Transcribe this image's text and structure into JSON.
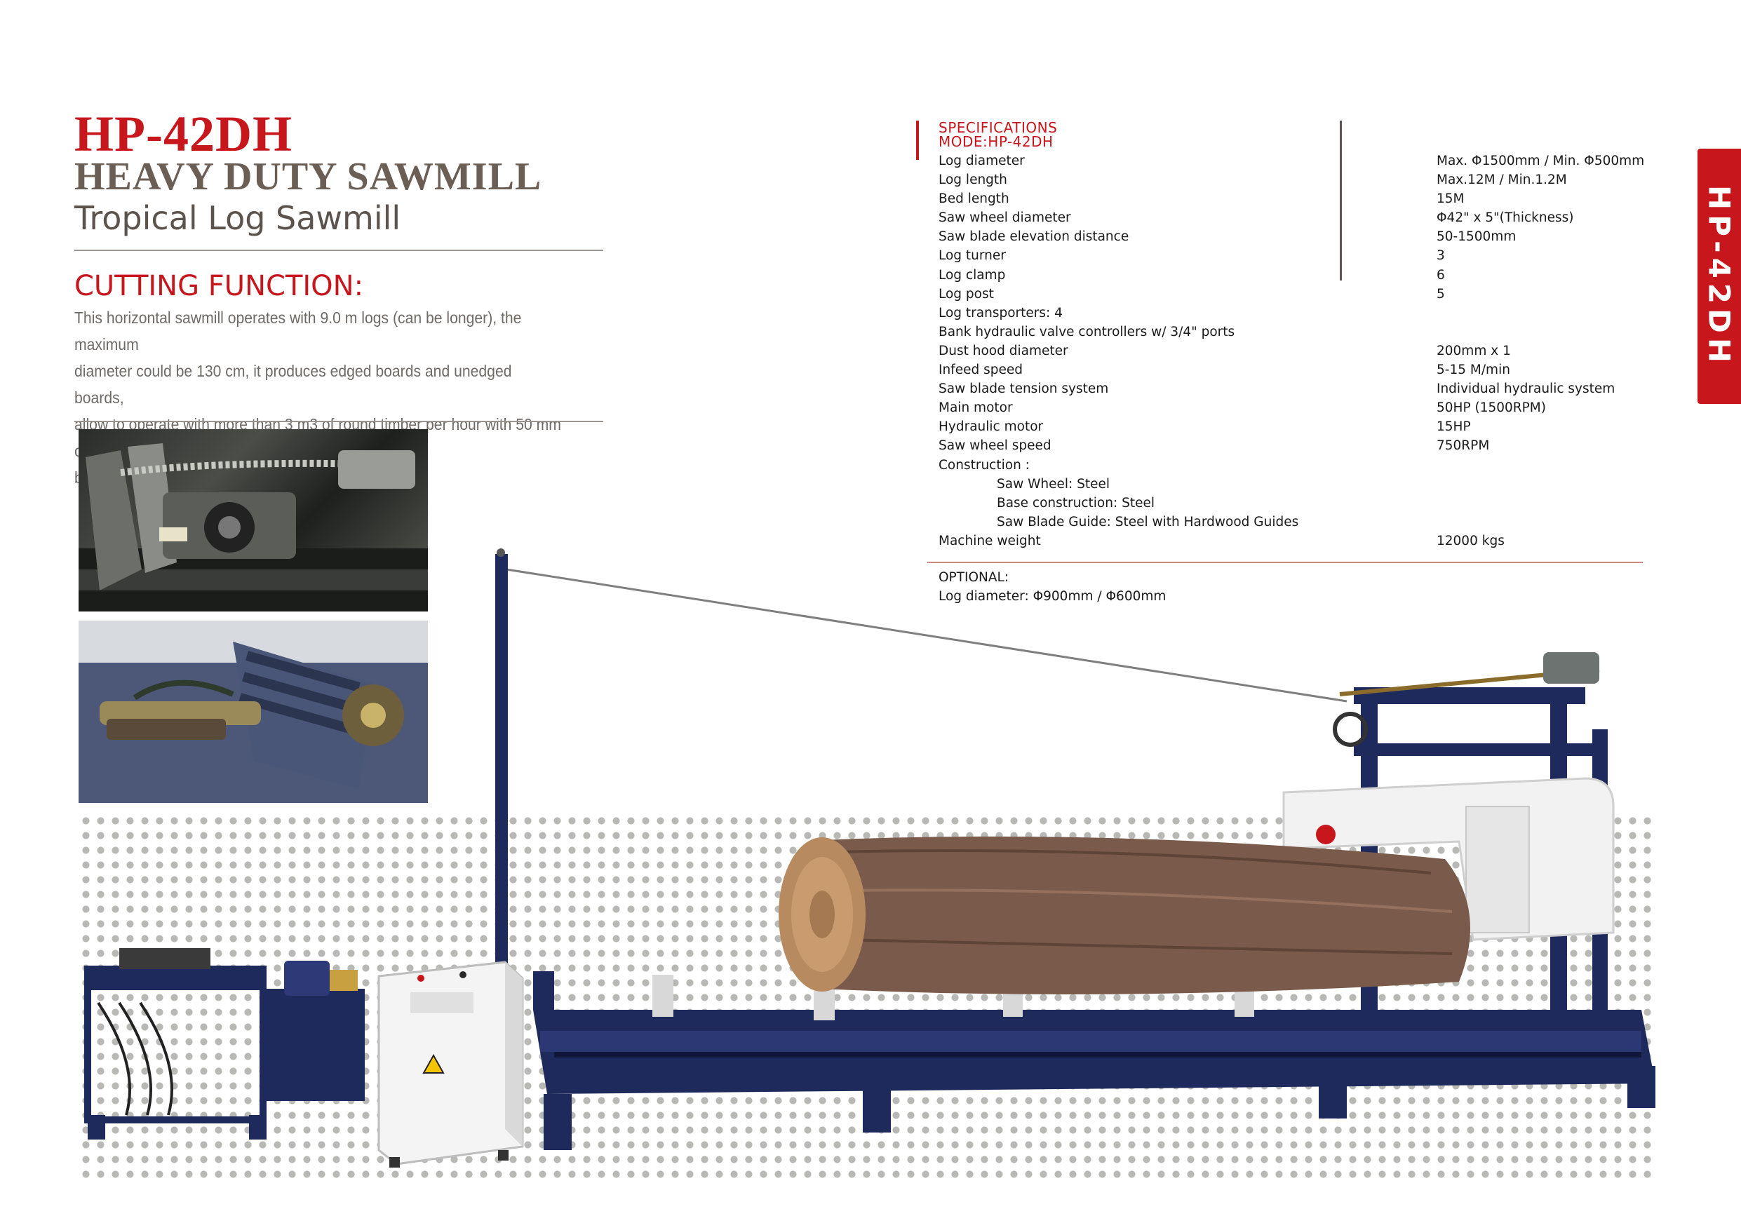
{
  "header": {
    "model": "HP-42DH",
    "product_type": "HEAVY DUTY SAWMILL",
    "product_subtitle": "Tropical Log Sawmill"
  },
  "cutting_function": {
    "heading": "CUTTING FUNCTION:",
    "lines": [
      "This horizontal sawmill operates with 9.0 m logs (can be longer), the maximum",
      "diameter could be 130 cm, it produces edged boards and unedged boards,",
      "allow to operate with more than 3 m3 of round timber per hour with 50 mm of",
      "boards thickness."
    ]
  },
  "specs": {
    "title_line1": "SPECIFICATIONS",
    "title_line2": "MODE:HP-42DH",
    "rows": [
      {
        "label": "Log diameter",
        "value": "Max. Φ1500mm  / Min. Φ500mm"
      },
      {
        "label": "Log length",
        "value": "Max.12M  /  Min.1.2M"
      },
      {
        "label": "Bed length",
        "value": "15M"
      },
      {
        "label": "Saw wheel diameter",
        "value": "Φ42\" x 5\"(Thickness)"
      },
      {
        "label": "Saw blade elevation distance",
        "value": " 50-1500mm"
      },
      {
        "label": "Log turner",
        "value": "3"
      },
      {
        "label": "Log clamp",
        "value": "6"
      },
      {
        "label": "Log post",
        "value": "5"
      },
      {
        "label": "Log transporters: 4",
        "value": ""
      },
      {
        "label": "Bank hydraulic valve controllers w/ 3/4\" ports",
        "value": ""
      },
      {
        "label": "Dust hood diameter",
        "value": "200mm x 1"
      },
      {
        "label": "Infeed speed",
        "value": "5-15 M/min"
      },
      {
        "label": "Saw blade tension system",
        "value": " Individual hydraulic system"
      },
      {
        "label": "Main motor",
        "value": "50HP (1500RPM)"
      },
      {
        "label": "Hydraulic motor",
        "value": "15HP"
      },
      {
        "label": "Saw wheel speed",
        "value": " 750RPM"
      },
      {
        "label": "Construction :",
        "value": ""
      },
      {
        "label": "Saw Wheel: Steel",
        "value": "",
        "indent": true
      },
      {
        "label": "Base construction: Steel",
        "value": "",
        "indent": true
      },
      {
        "label": "Saw Blade Guide: Steel with Hardwood Guides",
        "value": "",
        "indent": true
      },
      {
        "label": "Machine weight",
        "value": " 12000  kgs"
      }
    ],
    "optional_title": "OPTIONAL:",
    "optional_line": "Log diameter:  Φ900mm / Φ600mm"
  },
  "side_tab": {
    "label": "HP-42DH"
  },
  "colors": {
    "brand_red": "#c8161d",
    "frame_blue": "#1f2a5c",
    "text_gray": "#6f6a66"
  }
}
